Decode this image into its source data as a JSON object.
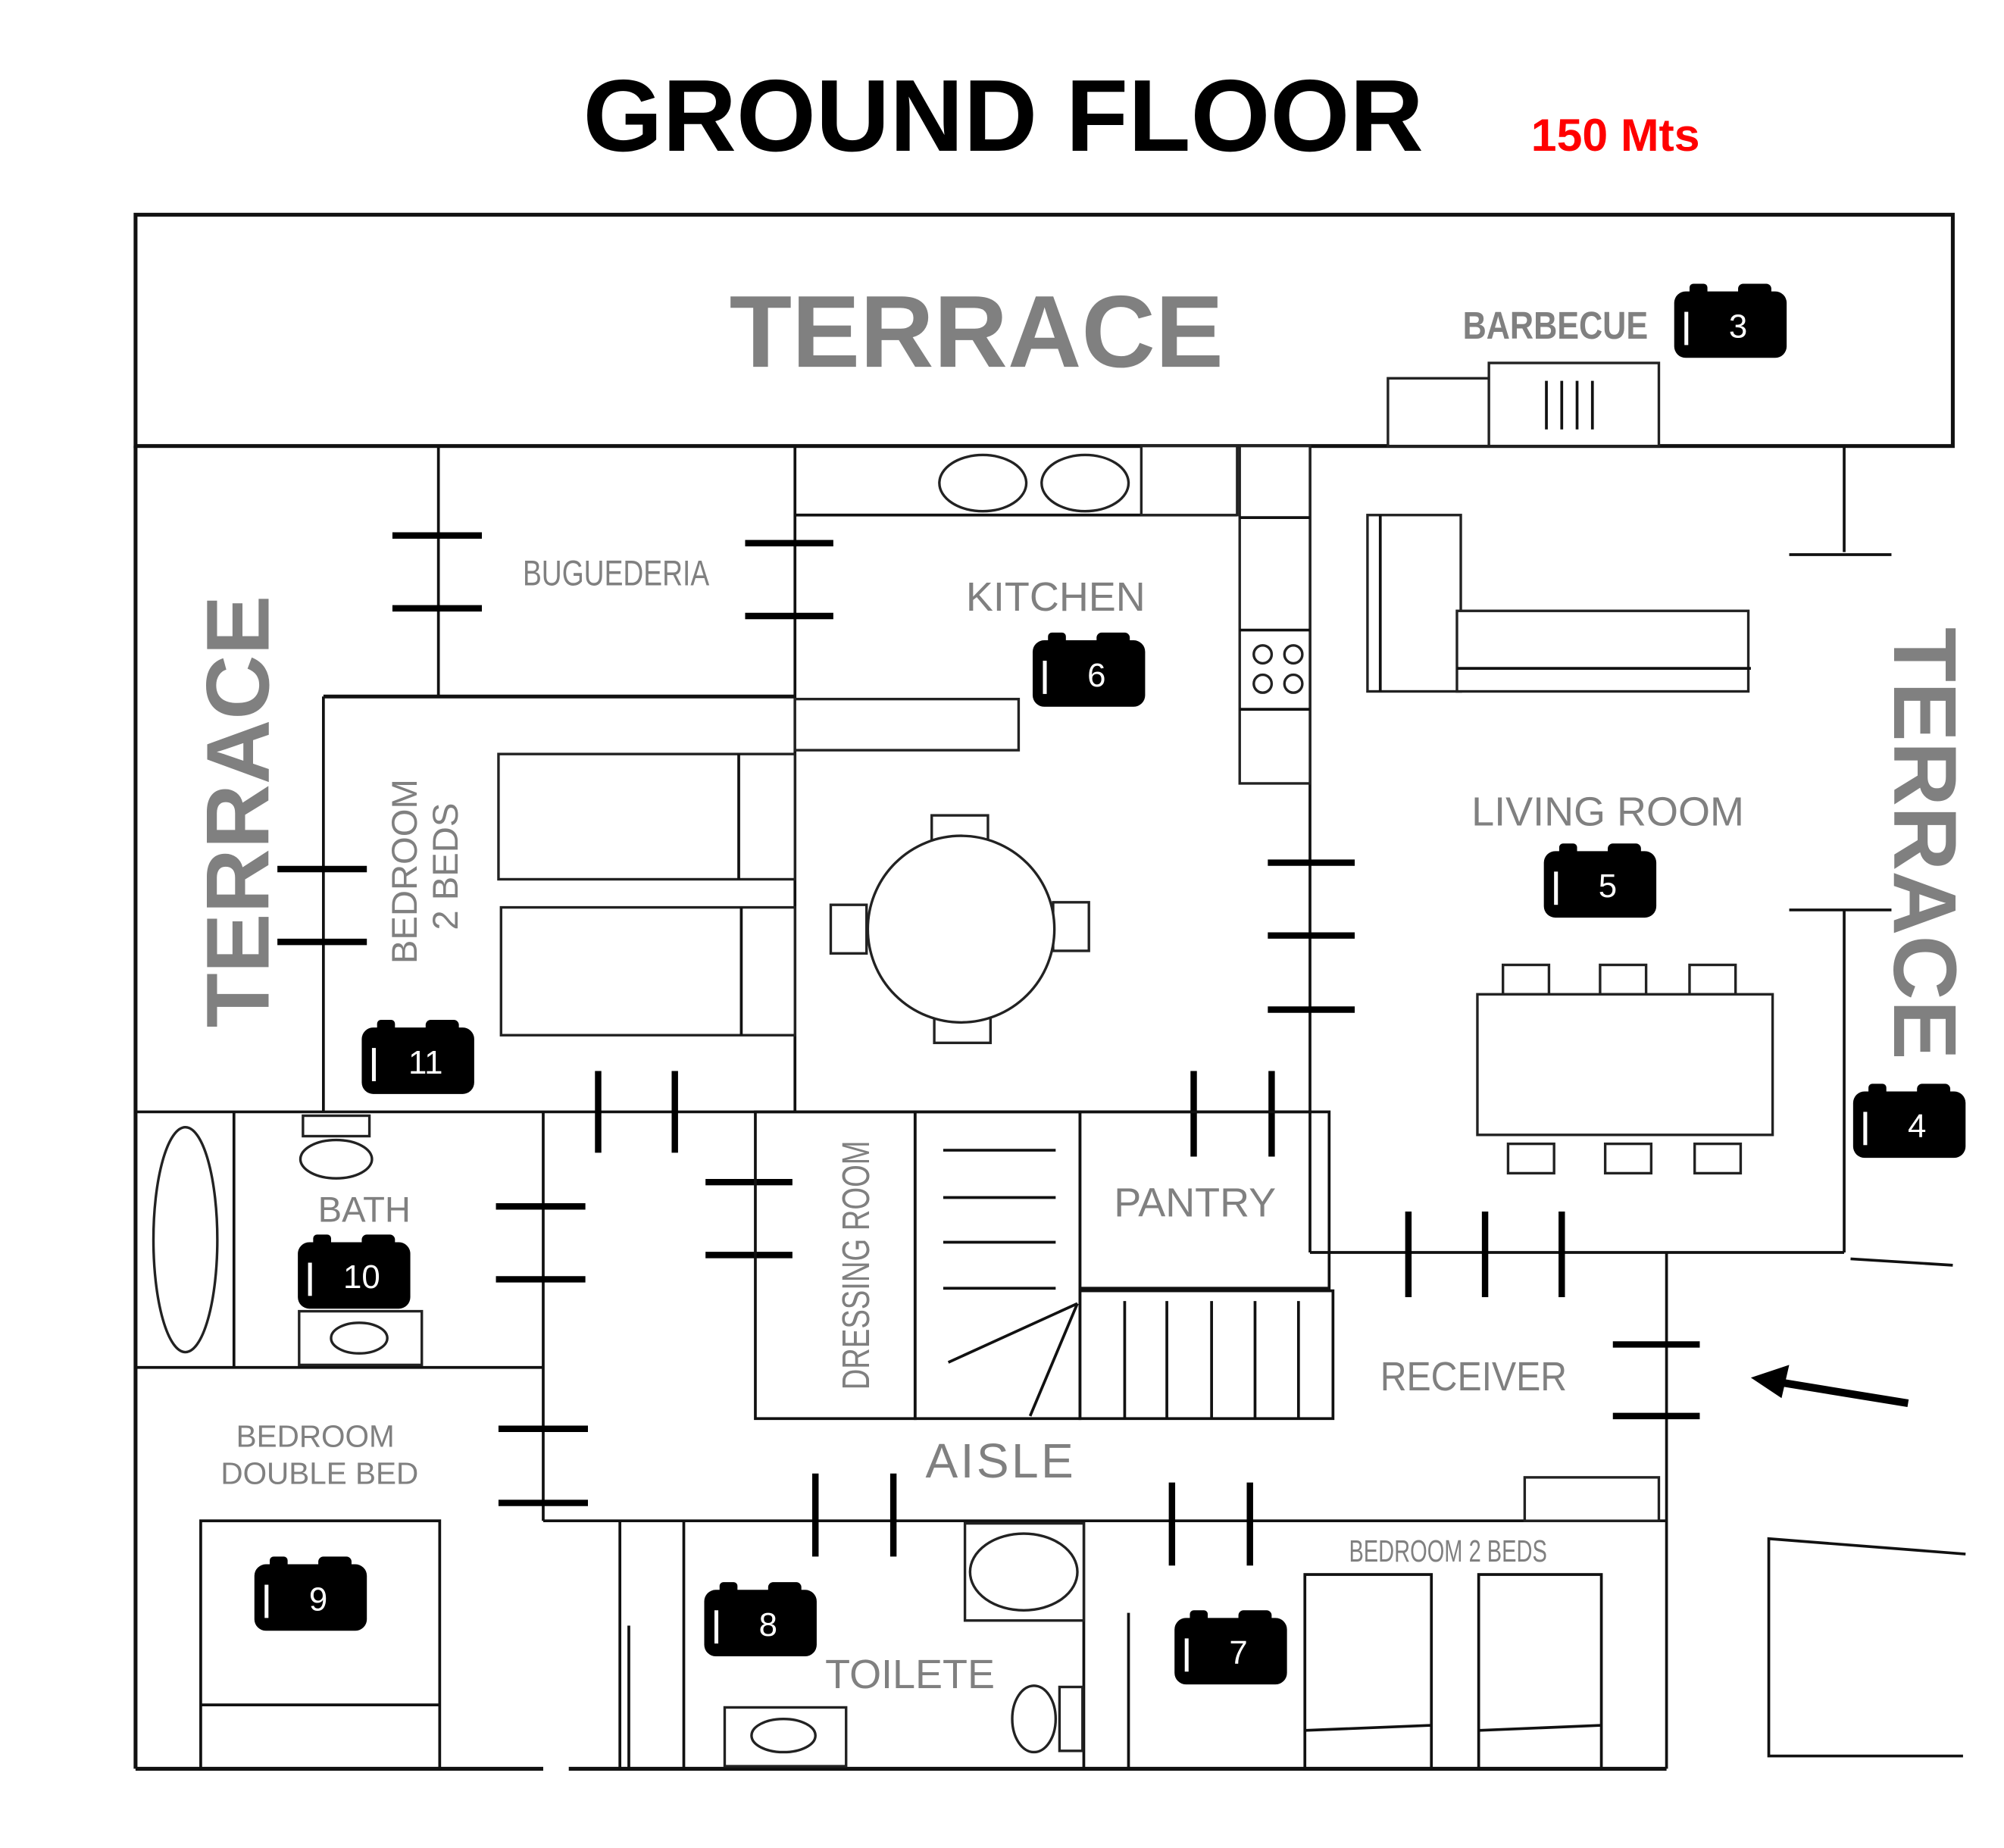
{
  "title": "GROUND FLOOR",
  "area": "150 Mts",
  "colors": {
    "title": "#000000",
    "area": "#ff0000",
    "labels": "#808080"
  },
  "rooms": {
    "terrace_top": "TERRACE",
    "terrace_left": "TERRACE",
    "terrace_right": "TERRACE",
    "barbecue": "BARBECUE",
    "buguederia": "BUGUEDERIA",
    "kitchen": "KITCHEN",
    "living_room": "LIVING ROOM",
    "bedroom_2_beds_line1": "BEDROOM",
    "bedroom_2_beds_line2": "2 BEDS",
    "bath": "BATH",
    "dressing_room": "DRESSING ROOM",
    "pantry": "PANTRY",
    "receiver": "RECEIVER",
    "aisle": "AISLE",
    "bedroom_double_line1": "BEDROOM",
    "bedroom_double_line2": "DOUBLE BED",
    "toilete": "TOILETE",
    "bedroom_2_beds_bottom": "BEDROOM 2 BEDS"
  },
  "cameras": {
    "c3": "3",
    "c4": "4",
    "c5": "5",
    "c6": "6",
    "c7": "7",
    "c8": "8",
    "c9": "9",
    "c10": "10",
    "c11": "11"
  }
}
